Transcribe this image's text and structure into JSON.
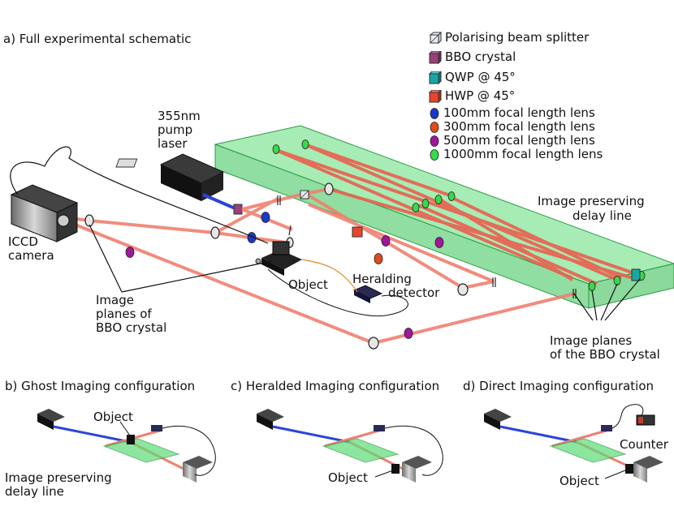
{
  "panels": {
    "a": "a) Full experimental schematic",
    "b": "b) Ghost Imaging configuration",
    "c": "c) Heralded Imaging configuration",
    "d": "d) Direct Imaging configuration"
  },
  "legend": [
    {
      "label": "Polarising beam splitter",
      "color": "#dfe6ee",
      "shape": "cube"
    },
    {
      "label": "BBO crystal",
      "color": "#9a3f78",
      "shape": "square"
    },
    {
      "label": "QWP @ 45°",
      "color": "#17a7a7",
      "shape": "square"
    },
    {
      "label": "HWP @ 45°",
      "color": "#e8452c",
      "shape": "square"
    },
    {
      "label": "100mm focal length lens",
      "color": "#1b38c9",
      "shape": "dot"
    },
    {
      "label": "300mm focal length lens",
      "color": "#e24a1b",
      "shape": "dot"
    },
    {
      "label": "500mm focal length lens",
      "color": "#a0179a",
      "shape": "dot"
    },
    {
      "label": "1000mm focal length lens",
      "color": "#38d94a",
      "shape": "dot"
    }
  ],
  "labels": {
    "laser_l1": "355nm",
    "laser_l2": "pump",
    "laser_l3": "laser",
    "iccd_l1": "ICCD",
    "iccd_l2": "camera",
    "object": "Object",
    "heralding_l1": "Heralding",
    "heralding_l2": "detector",
    "delay_l1": "Image preserving",
    "delay_l2": "delay line",
    "planes_left_l1": "Image",
    "planes_left_l2": "planes of",
    "planes_left_l3": "BBO crystal",
    "planes_right_l1": "Image planes",
    "planes_right_l2": "of the BBO crystal",
    "b_object": "Object",
    "b_delay_l1": "Image preserving",
    "b_delay_l2": "delay line",
    "c_object": "Object",
    "d_counter": "Counter",
    "d_object": "Object"
  },
  "colors": {
    "beam": "#f08070",
    "pump_beam": "#2b45d8",
    "delay_box": "#3fd060"
  }
}
